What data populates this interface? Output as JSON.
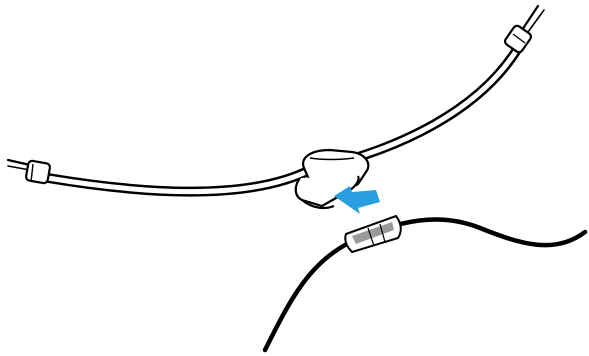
{
  "illustration": {
    "subject": "cable-clip-attachment",
    "colors": {
      "background": "#ffffff",
      "line": "#000000",
      "arrow": "#2a9fe0",
      "cable": "#000000",
      "sleeve_fill": "#ffffff",
      "sleeve_band": "#9a9a9a"
    },
    "icons": {
      "direction_arrow": "insert-direction-arrow",
      "clip": "cable-clip",
      "headband_cable": "headband-cable",
      "cable": "black-cable"
    }
  }
}
